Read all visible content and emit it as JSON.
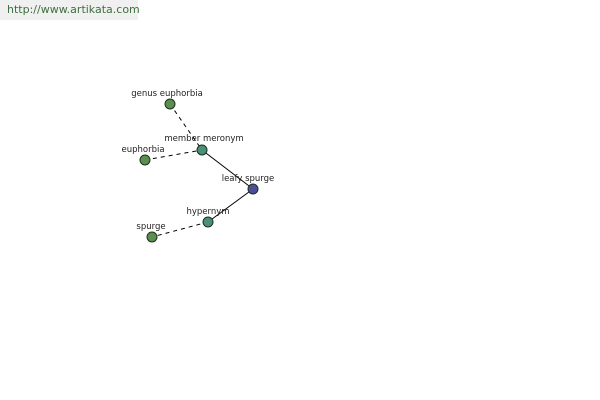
{
  "url": "http://www.artikata.com",
  "colors": {
    "word_node": "#5b8f4f",
    "relation_node": "#4a8f7a",
    "center_node": "#4c4f93"
  },
  "nodes": [
    {
      "id": "genus-euphorbia",
      "label": "genus euphorbia",
      "kind": "word"
    },
    {
      "id": "member-meronym",
      "label": "member meronym",
      "kind": "relation"
    },
    {
      "id": "euphorbia",
      "label": "euphorbia",
      "kind": "word"
    },
    {
      "id": "leafy-spurge",
      "label": "leafy spurge",
      "kind": "center"
    },
    {
      "id": "hypernym",
      "label": "hypernym",
      "kind": "relation"
    },
    {
      "id": "spurge",
      "label": "spurge",
      "kind": "word"
    }
  ],
  "edges": [
    {
      "from": "genus-euphorbia",
      "to": "member-meronym",
      "style": "dashed"
    },
    {
      "from": "euphorbia",
      "to": "member-meronym",
      "style": "dashed"
    },
    {
      "from": "member-meronym",
      "to": "leafy-spurge",
      "style": "solid"
    },
    {
      "from": "leafy-spurge",
      "to": "hypernym",
      "style": "solid"
    },
    {
      "from": "hypernym",
      "to": "spurge",
      "style": "dashed"
    }
  ]
}
